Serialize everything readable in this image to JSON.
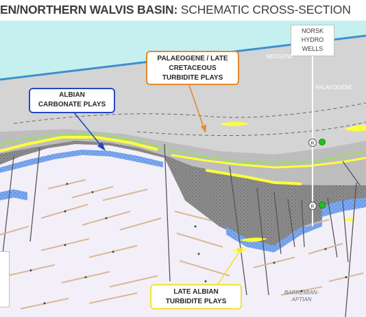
{
  "title": {
    "bold_part": "EN/NORTHERN WALVIS BASIN:",
    "regular_part": " SCHEMATIC CROSS-SECTION"
  },
  "wells": {
    "line1": "NORSK",
    "line2": "HYDRO",
    "line3": "WELLS"
  },
  "well_markers": [
    "R",
    "R"
  ],
  "callouts": {
    "palaeogene": {
      "line1": "PALAEOGENE / LATE",
      "line2": "CRETACEOUS",
      "line3": "TURBIDITE PLAYS",
      "border_color": "#e08a2e"
    },
    "albian": {
      "line1": "ALBIAN",
      "line2": "CARBONATE PLAYS",
      "border_color": "#2547c4"
    },
    "late_albian": {
      "line1": "LATE ALBIAN",
      "line2": "TURBIDITE PLAYS",
      "border_color": "#f2e03a"
    }
  },
  "units": {
    "neogene": "NEOGENE",
    "palaeogene": "PALAEOGENE",
    "barremian_line1": "BARREMIAN-",
    "barremian_line2": "APTIAN"
  },
  "colors": {
    "sea": "#c5f0ef",
    "sea_floor": "#3d8fcf",
    "neogene_fill": "#d4d4d4",
    "lower_fill": "#bdbdbd",
    "sand": "#ffff3c",
    "shale_fill": "#8c8c8c",
    "carbonate": "#7ba7ee",
    "basement": "#f3eff8",
    "green_line": "#9be05a",
    "marker_green": "#22c022"
  }
}
